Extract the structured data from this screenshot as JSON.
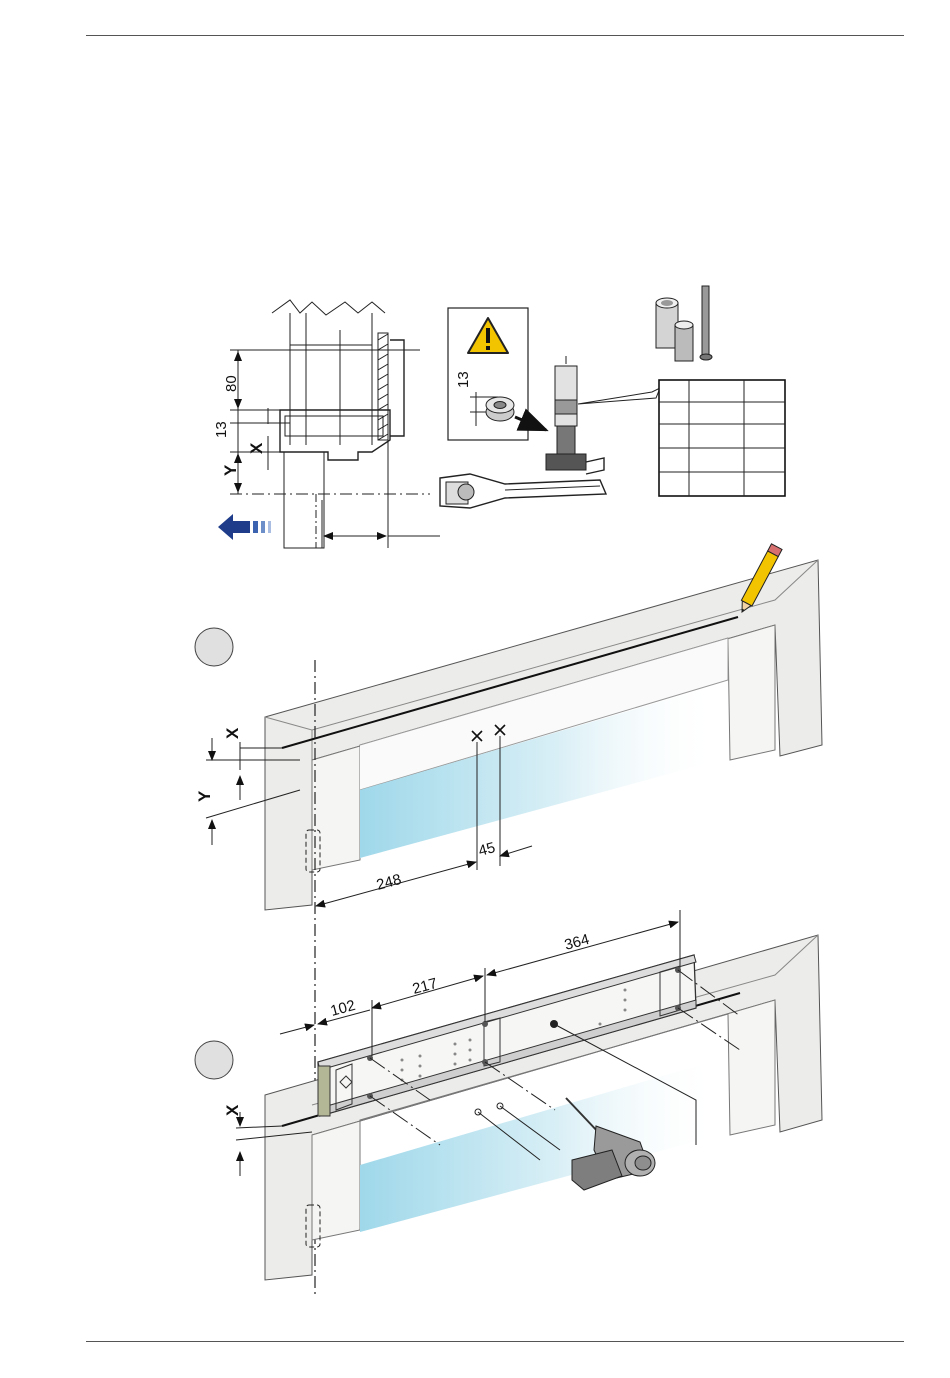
{
  "colors": {
    "frame_fill": "#ecedea",
    "frame_stroke": "#555555",
    "glass_start": "#9fd8ea",
    "warning_yellow": "#f2c400",
    "arrow_blue": "#1f3c8a",
    "drill_gray": "#8a8a8a"
  },
  "detail": {
    "dim_80": "80",
    "dim_13": "13",
    "dim_x": "X",
    "dim_y": "Y",
    "warning_dim_13": "13"
  },
  "step1": {
    "dim_x": "X",
    "dim_y": "Y",
    "dim_248": "248",
    "dim_45": "45"
  },
  "step2": {
    "dim_x": "X",
    "dim_102": "102",
    "dim_217": "217",
    "dim_364": "364"
  },
  "icons": {
    "warning": "warning-triangle-icon",
    "pencil": "pencil-icon",
    "drill": "drill-icon",
    "arrow": "direction-arrow-icon"
  }
}
